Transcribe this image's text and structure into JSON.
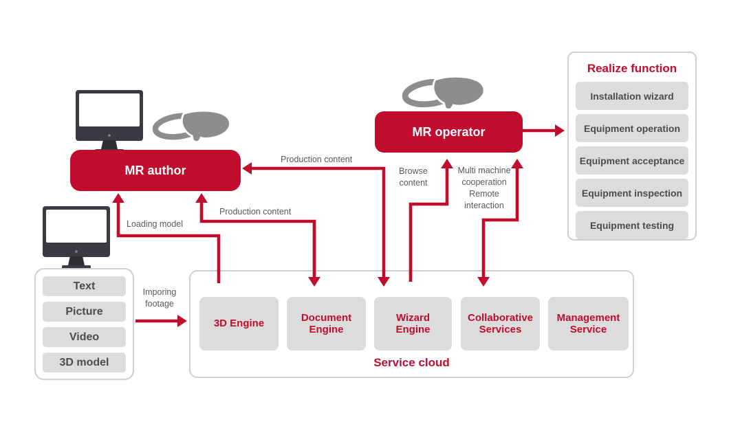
{
  "palette": {
    "red": "#c00d2e",
    "box_gray": "#dcdcdc",
    "dark_text": "#4c4c4e",
    "label_text": "#58595b",
    "icon_gray": "#8d8d8d",
    "monitor_dark": "#3a3a42",
    "panel_border": "#cfcfcf"
  },
  "nodes": {
    "mr_author": {
      "label": "MR author"
    },
    "mr_operator": {
      "label": "MR operator"
    }
  },
  "source_panel": {
    "items": [
      "Text",
      "Picture",
      "Video",
      "3D model"
    ]
  },
  "service_cloud": {
    "label": "Service cloud",
    "engines": [
      "3D Engine",
      "Document Engine",
      "Wizard Engine",
      "Collaborative Services",
      "Management Service"
    ]
  },
  "realize_panel": {
    "title": "Realize function",
    "items": [
      "Installation wizard",
      "Equipment operation",
      "Equipment acceptance",
      "Equipment inspection",
      "Equipment testing"
    ]
  },
  "edge_labels": {
    "loading_model": "Loading model",
    "production_content_left": "Production content",
    "production_content_right": "Production content",
    "importing_footage": "Imporing footage",
    "browse_content": "Browse content",
    "multi_machine": "Multi machine cooperation",
    "remote_interaction": "Remote interaction"
  }
}
